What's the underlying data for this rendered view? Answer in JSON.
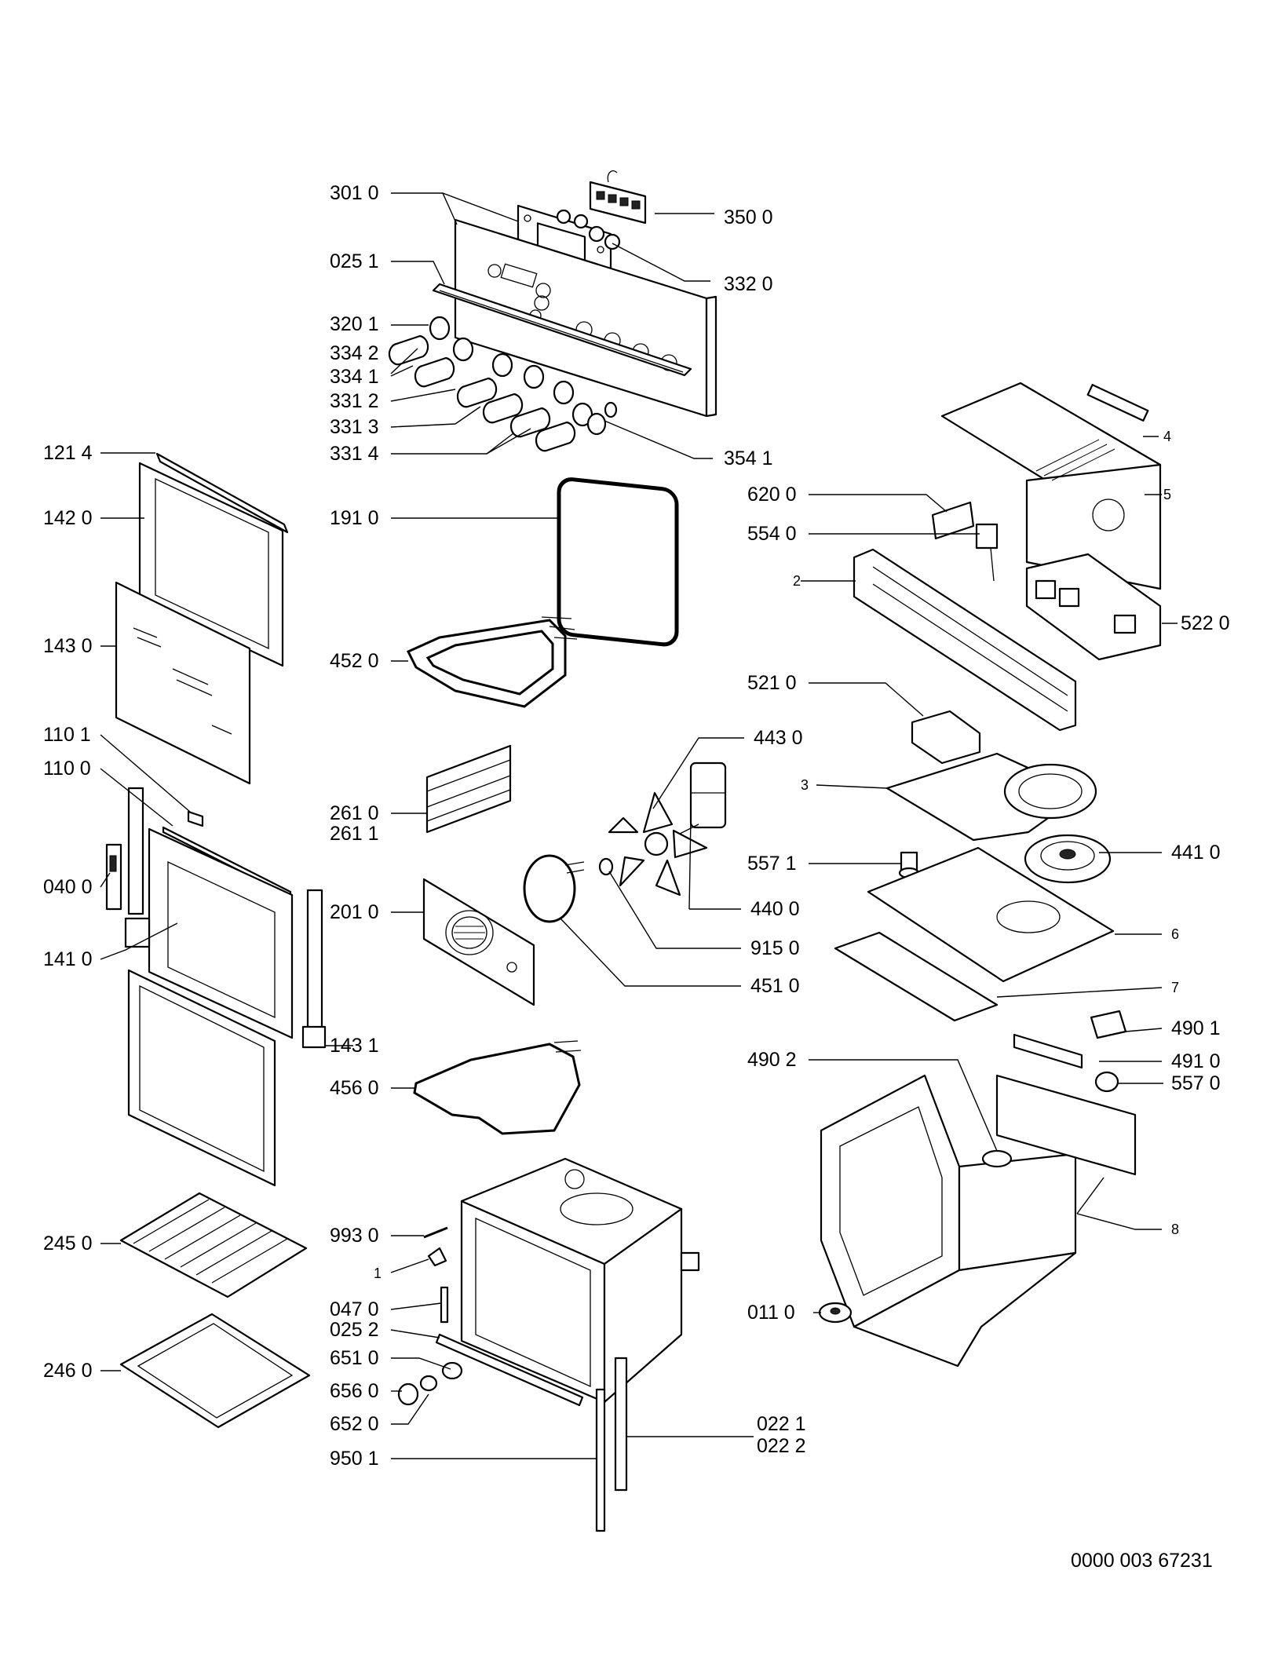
{
  "document_number": "0000 003 67231",
  "labels": {
    "l_301_0": "301 0",
    "l_350_0": "350 0",
    "l_332_0": "332 0",
    "l_025_1": "025 1",
    "l_320_1": "320 1",
    "l_334_2": "334 2",
    "l_334_1": "334 1",
    "l_331_2": "331 2",
    "l_331_3": "331 3",
    "l_331_4": "331 4",
    "l_354_1": "354 1",
    "l_121_4": "121 4",
    "l_142_0": "142 0",
    "l_191_0": "191 0",
    "l_4": "4",
    "l_5": "5",
    "l_620_0": "620 0",
    "l_554_0": "554 0",
    "l_2": "2",
    "l_522_0": "522 0",
    "l_143_0": "143 0",
    "l_452_0": "452 0",
    "l_521_0": "521 0",
    "l_110_1": "110 1",
    "l_110_0": "110 0",
    "l_443_0": "443 0",
    "l_3": "3",
    "l_261_0": "261 0",
    "l_261_1": "261 1",
    "l_557_1": "557 1",
    "l_441_0": "441 0",
    "l_040_0": "040 0",
    "l_201_0": "201 0",
    "l_440_0": "440 0",
    "l_6": "6",
    "l_141_0": "141 0",
    "l_915_0": "915 0",
    "l_451_0": "451 0",
    "l_7": "7",
    "l_143_1": "143 1",
    "l_490_1": "490 1",
    "l_490_2": "490 2",
    "l_491_0": "491 0",
    "l_456_0": "456 0",
    "l_557_0": "557 0",
    "l_8": "8",
    "l_245_0": "245 0",
    "l_993_0": "993 0",
    "l_1": "1",
    "l_047_0": "047 0",
    "l_025_2": "025 2",
    "l_011_0": "011 0",
    "l_651_0": "651 0",
    "l_246_0": "246 0",
    "l_656_0": "656 0",
    "l_652_0": "652 0",
    "l_022_1": "022 1",
    "l_022_2": "022 2",
    "l_950_1": "950 1"
  }
}
